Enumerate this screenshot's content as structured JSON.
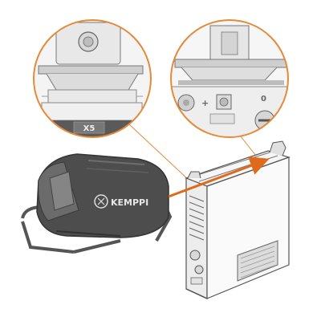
{
  "labels": {
    "brand": "KEMPPI",
    "model_badge": "X5",
    "plus_symbol": "+",
    "power_symbol": "0"
  },
  "colors": {
    "callout_orange": "#e58a3a",
    "arrow_orange": "#e06a1c",
    "device_dark": "#4c4c4c",
    "device_light": "#f2f2f2",
    "line_art": "#6a6a6a"
  },
  "icons": [
    "magnifier-circle",
    "connection-arrow",
    "connector-socket",
    "power-switch"
  ]
}
